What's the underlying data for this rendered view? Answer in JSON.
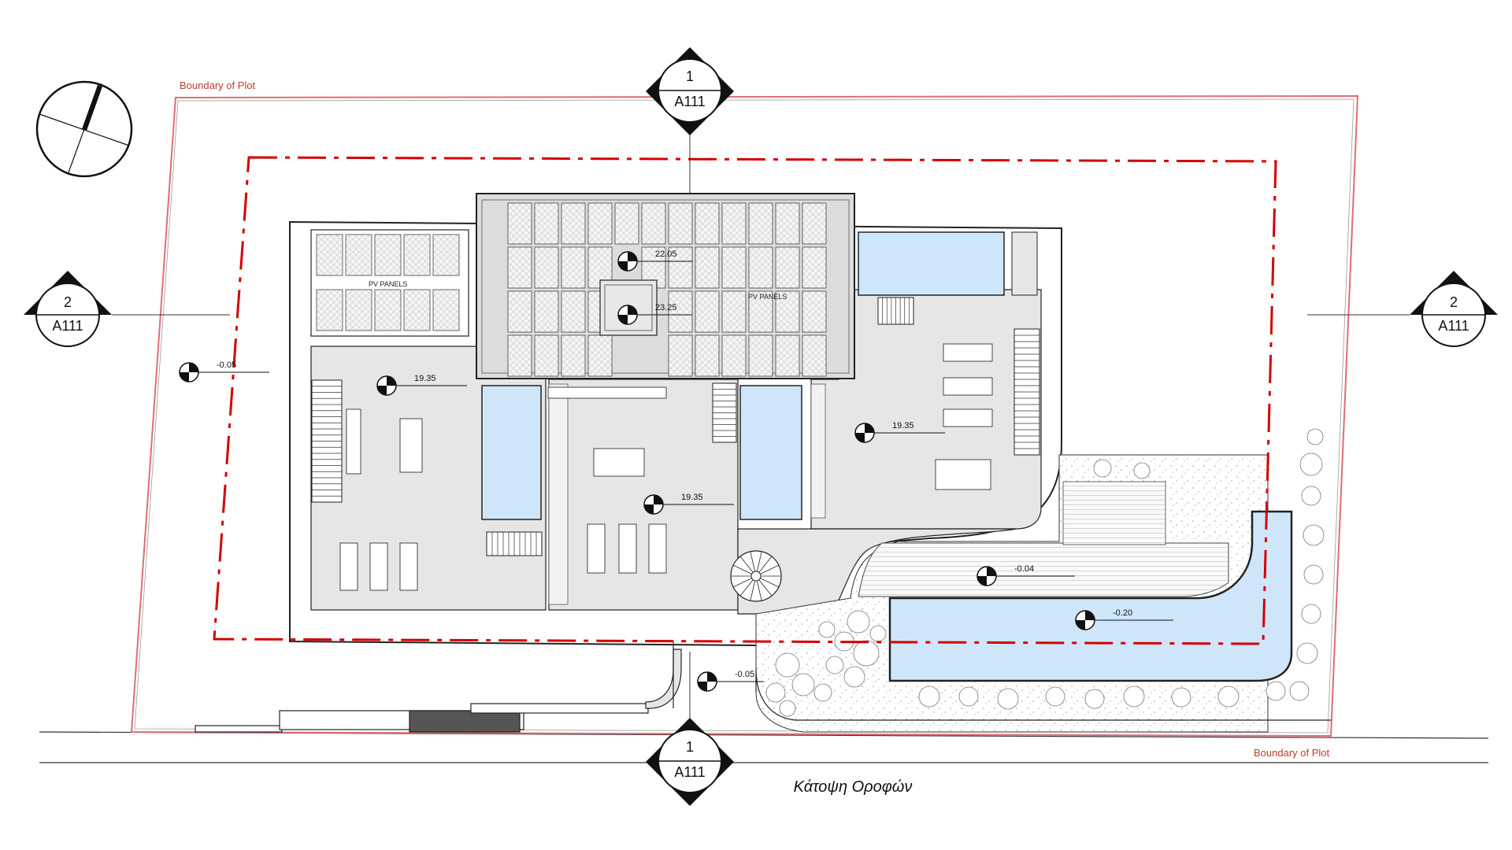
{
  "drawing_title": "Κάτοψη Οροφών",
  "boundary_label_top": "Boundary of Plot",
  "boundary_label_bottom": "Boundary of Plot",
  "sections": {
    "top": {
      "number": "1",
      "sheet": "A111"
    },
    "bottom": {
      "number": "1",
      "sheet": "A111"
    },
    "left": {
      "number": "2",
      "sheet": "A111"
    },
    "right": {
      "number": "2",
      "sheet": "A111"
    }
  },
  "pv_labels": {
    "left": "PV PANELS",
    "center": "PV PANELS"
  },
  "levels": {
    "roof_upper": "22.05",
    "roof_top": "23.25",
    "terrace_left": "19.35",
    "terrace_center": "19.35",
    "terrace_right": "19.35",
    "ground_west": "-0.05",
    "entrance": "-0.05",
    "deck": "-0.04",
    "pool": "-0.20"
  },
  "colors": {
    "boundary": "#e06d75",
    "setback": "#d40000",
    "pool_water": "#cfe6fa",
    "terrace_fill": "#e6e6e6",
    "roof_fill": "#dcdcdc"
  }
}
